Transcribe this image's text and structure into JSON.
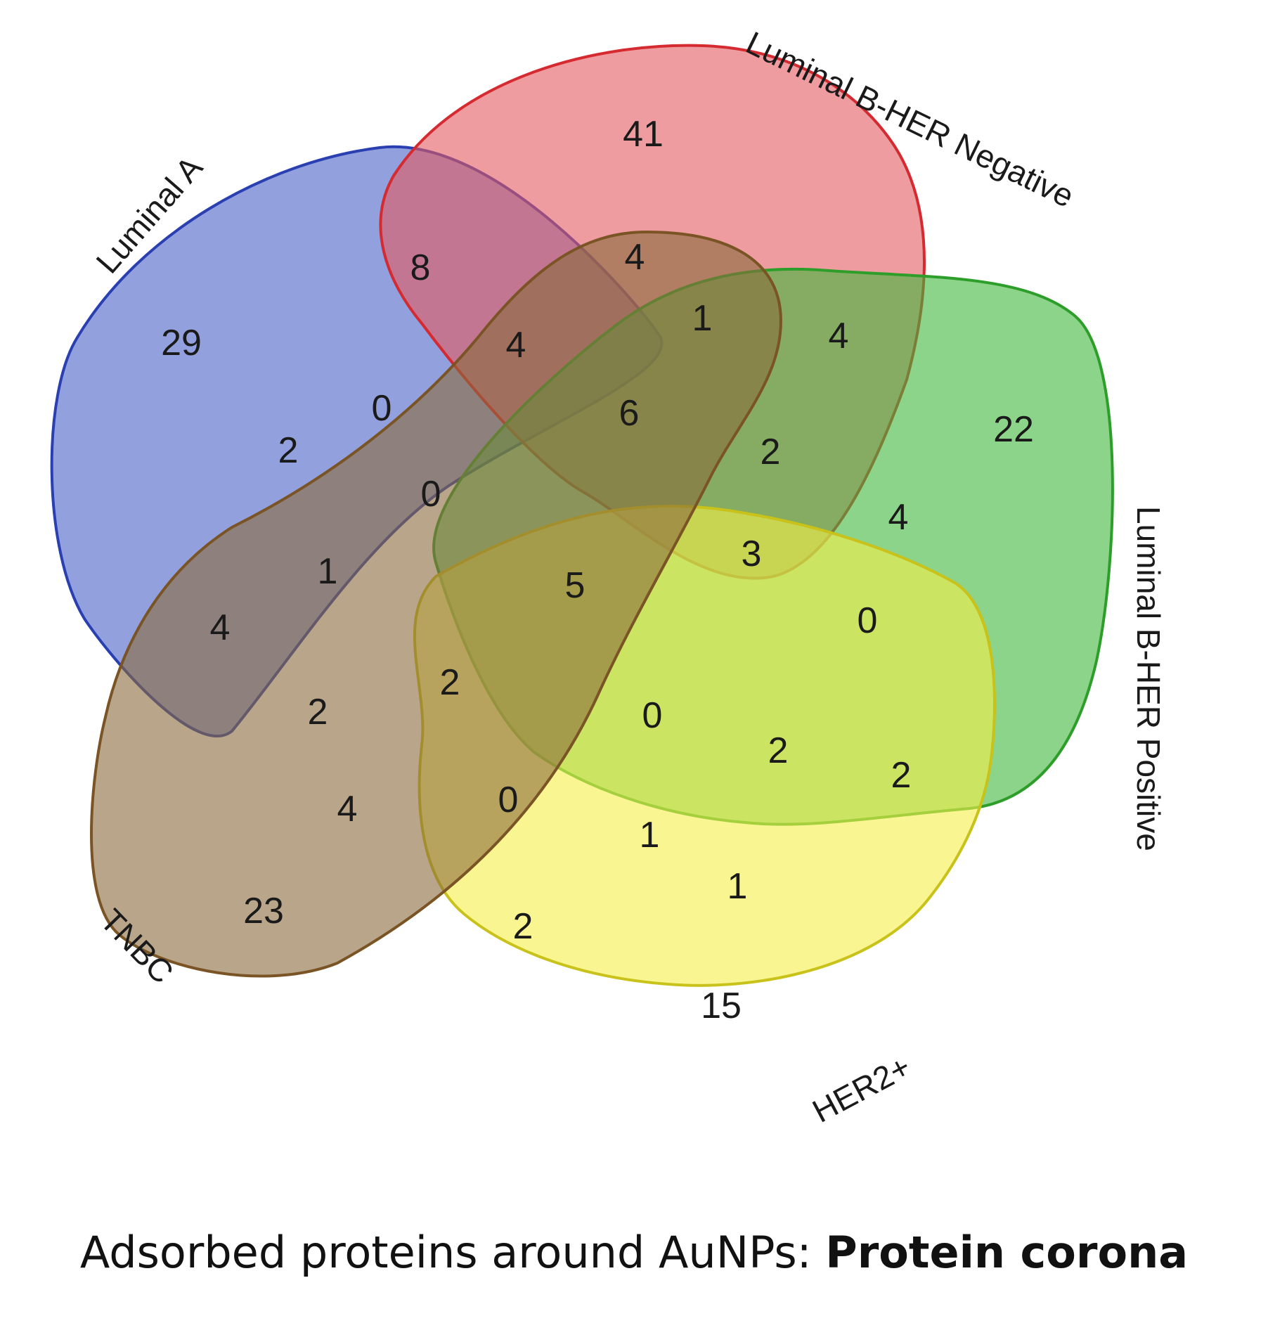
{
  "diagram": {
    "type": "venn-5",
    "sets": [
      {
        "name": "Luminal A",
        "fill": "#4a63c8",
        "stroke": "#2a3fb0",
        "exclusive_count": "29"
      },
      {
        "name": "Luminal B-HER Negative",
        "fill": "#e35a5f",
        "stroke": "#d42a30",
        "exclusive_count": "41"
      },
      {
        "name": "Luminal B-HER Positive",
        "fill": "#3fb83a",
        "stroke": "#2e9e2a",
        "exclusive_count": "22"
      },
      {
        "name": "HER2+",
        "fill": "#f5f04a",
        "stroke": "#c9c21a",
        "exclusive_count": "15"
      },
      {
        "name": "TNBC",
        "fill": "#8a6a3c",
        "stroke": "#7a5424",
        "exclusive_count": "23"
      }
    ],
    "intersection_counts": [
      "8",
      "4",
      "4",
      "1",
      "4",
      "0",
      "6",
      "2",
      "2",
      "0",
      "4",
      "3",
      "1",
      "5",
      "0",
      "4",
      "2",
      "2",
      "0",
      "2",
      "2",
      "4",
      "0",
      "1",
      "1",
      "2"
    ]
  },
  "caption": {
    "normal": "Adsorbed proteins around AuNPs: ",
    "bold": "Protein corona"
  }
}
